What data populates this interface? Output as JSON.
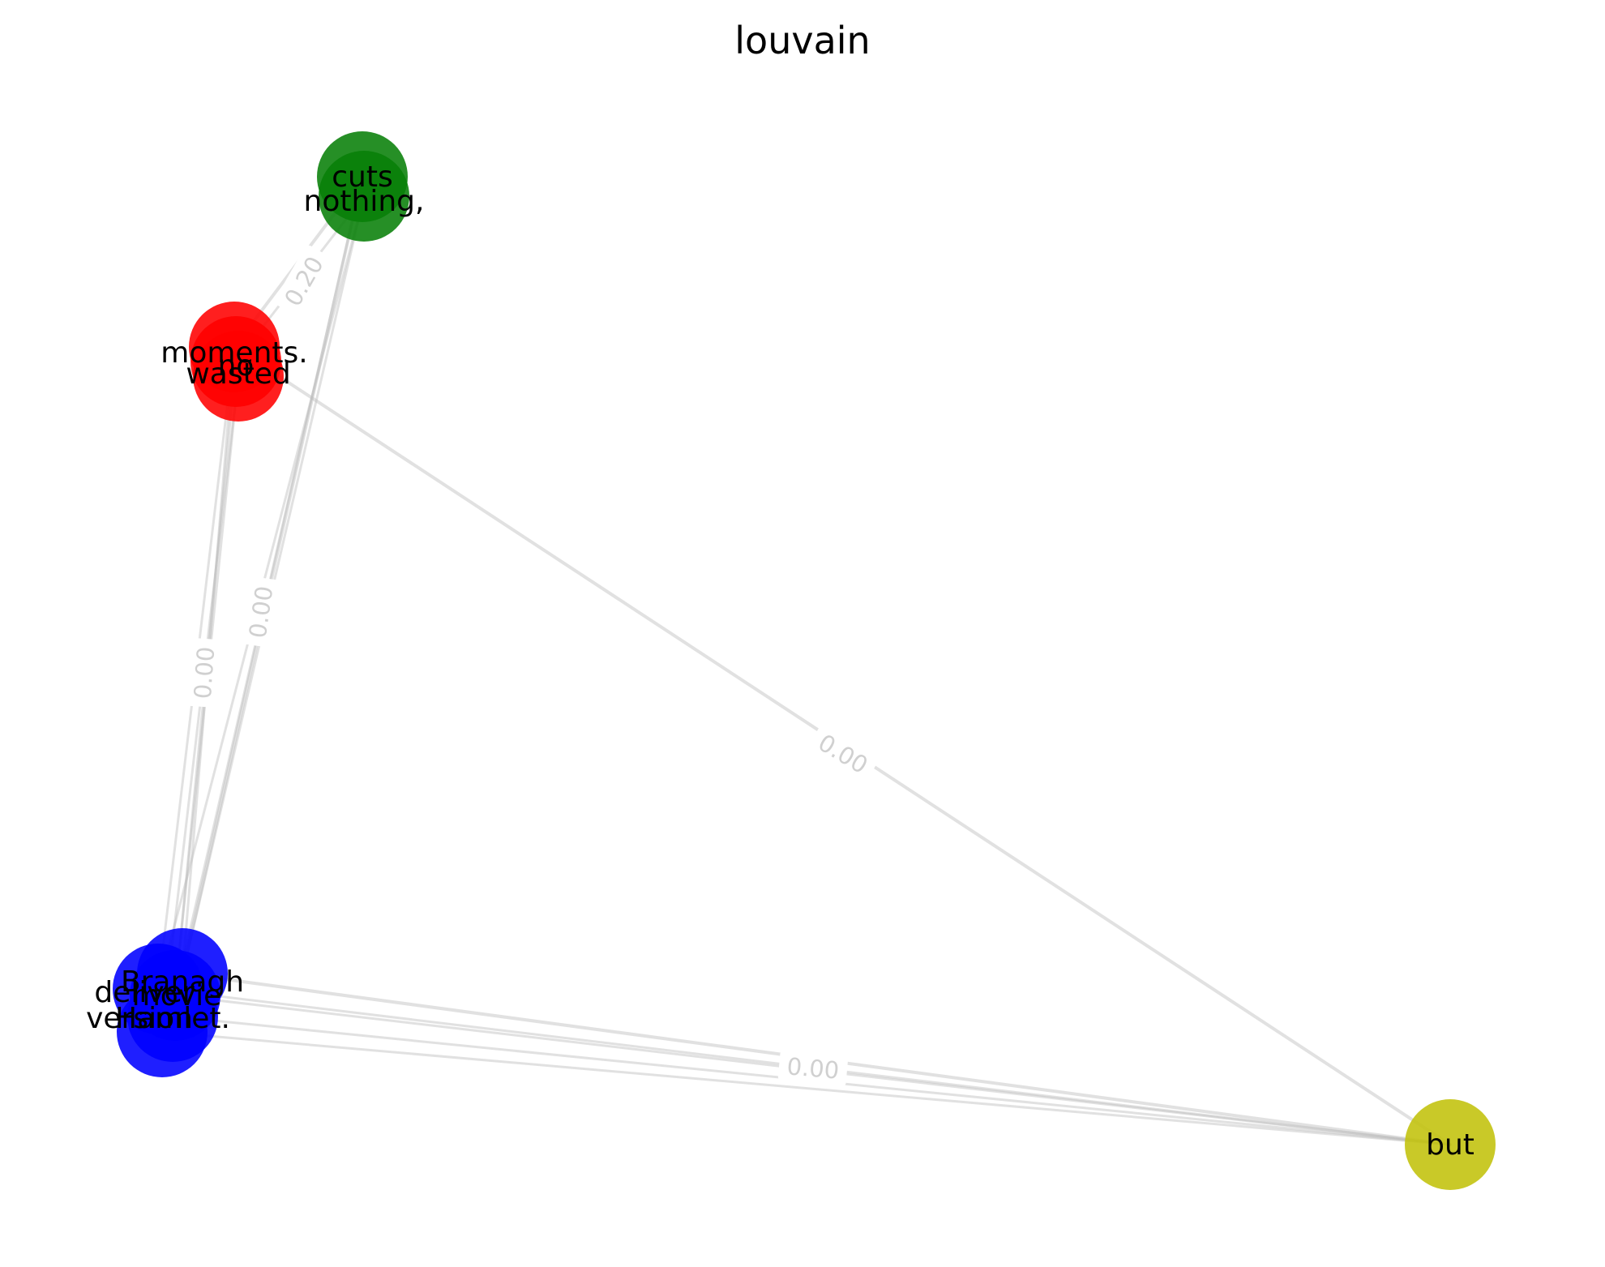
{
  "title": "louvain",
  "nodes": [
    {
      "id": "cuts",
      "label": "cuts",
      "community": "green"
    },
    {
      "id": "nothing",
      "label": "nothing,",
      "community": "green"
    },
    {
      "id": "moments",
      "label": "moments.",
      "community": "red"
    },
    {
      "id": "no",
      "label": "no",
      "community": "red"
    },
    {
      "id": "wasted",
      "label": "wasted",
      "community": "red"
    },
    {
      "id": "branagh",
      "label": "Branagh",
      "community": "blue"
    },
    {
      "id": "deliver",
      "label": "deliver",
      "community": "blue"
    },
    {
      "id": "movie",
      "label": "movie",
      "community": "blue"
    },
    {
      "id": "hamlet",
      "label": "Hamlet.",
      "community": "blue"
    },
    {
      "id": "version",
      "label": "version",
      "community": "blue"
    },
    {
      "id": "but",
      "label": "but",
      "community": "yellow"
    }
  ],
  "communities": {
    "green": "#087f08",
    "red": "#ff0000",
    "blue": "#0000ff",
    "yellow": "#c2c20a"
  },
  "edge_labels": [
    {
      "edge": "moments-cuts",
      "text": "0.20"
    },
    {
      "edge": "moments-blue",
      "text": "0.00"
    },
    {
      "edge": "cuts-blue",
      "text": "0.00"
    },
    {
      "edge": "moments-but",
      "text": "0.00"
    },
    {
      "edge": "blue-but",
      "text": "0.00"
    }
  ]
}
